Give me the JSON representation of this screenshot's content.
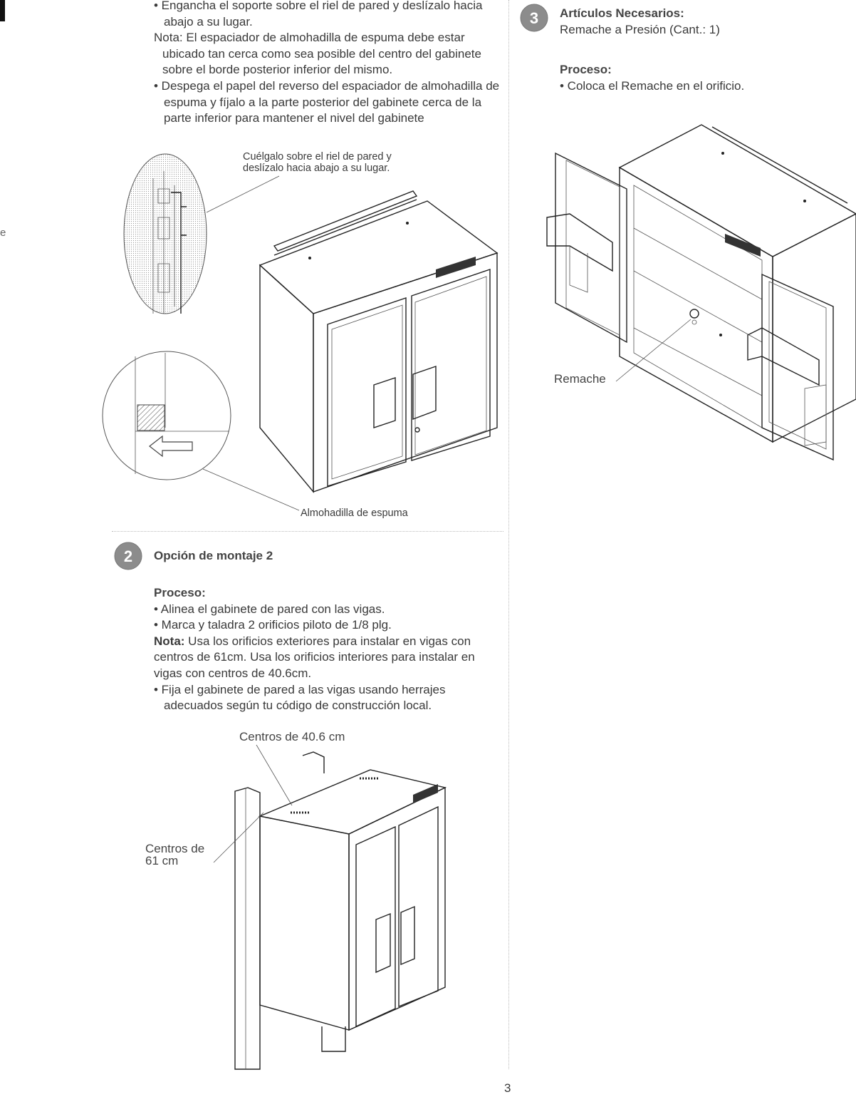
{
  "left_top": {
    "b1": "• Engancha el soporte sobre el riel de pared y deslízalo hacia abajo a su lugar.",
    "note": "Nota: El espaciador de almohadilla de espuma debe estar ubicado tan cerca como sea posible del centro del gabinete sobre el borde posterior inferior del mismo.",
    "b2": "• Despega el papel del reverso del espaciador de almohadilla de espuma y fíjalo a la parte posterior del gabinete cerca de la parte inferior para mantener el nivel del gabinete"
  },
  "fig1": {
    "callout_line1": "Cuélgalo sobre el riel de pared y",
    "callout_line2": "deslízalo hacia abajo a su lugar.",
    "foam_label": "Almohadilla de espuma"
  },
  "step2": {
    "number": "2",
    "title": "Opción de montaje 2",
    "process_heading": "Proceso:",
    "b1": "• Alinea el gabinete de pared con las vigas.",
    "b2": "• Marca y taladra 2 orificios piloto de 1/8 plg.",
    "note_label": "Nota:",
    "note_text": " Usa los orificios exteriores para instalar en vigas con centros de 61cm. Usa los orificios interiores para instalar en vigas con centros de 40.6cm.",
    "b3": "• Fija el gabinete de pared a las vigas usando herrajes adecuados según tu código de construcción local."
  },
  "fig2": {
    "label_40": "Centros de 40.6 cm",
    "label_61_line1": "Centros de",
    "label_61_line2": "61 cm"
  },
  "step3": {
    "number": "3",
    "items_heading": "Artículos Necesarios:",
    "items_text": "Remache a Presión (Cant.: 1)",
    "process_heading": "Proceso:",
    "b1": "• Coloca el Remache en el orificio.",
    "rivet_label": "Remache"
  },
  "margin_char": "e",
  "page_number": "3",
  "colors": {
    "badge": "#8c8c8c",
    "line": "#222222",
    "text": "#3a3a3a"
  }
}
